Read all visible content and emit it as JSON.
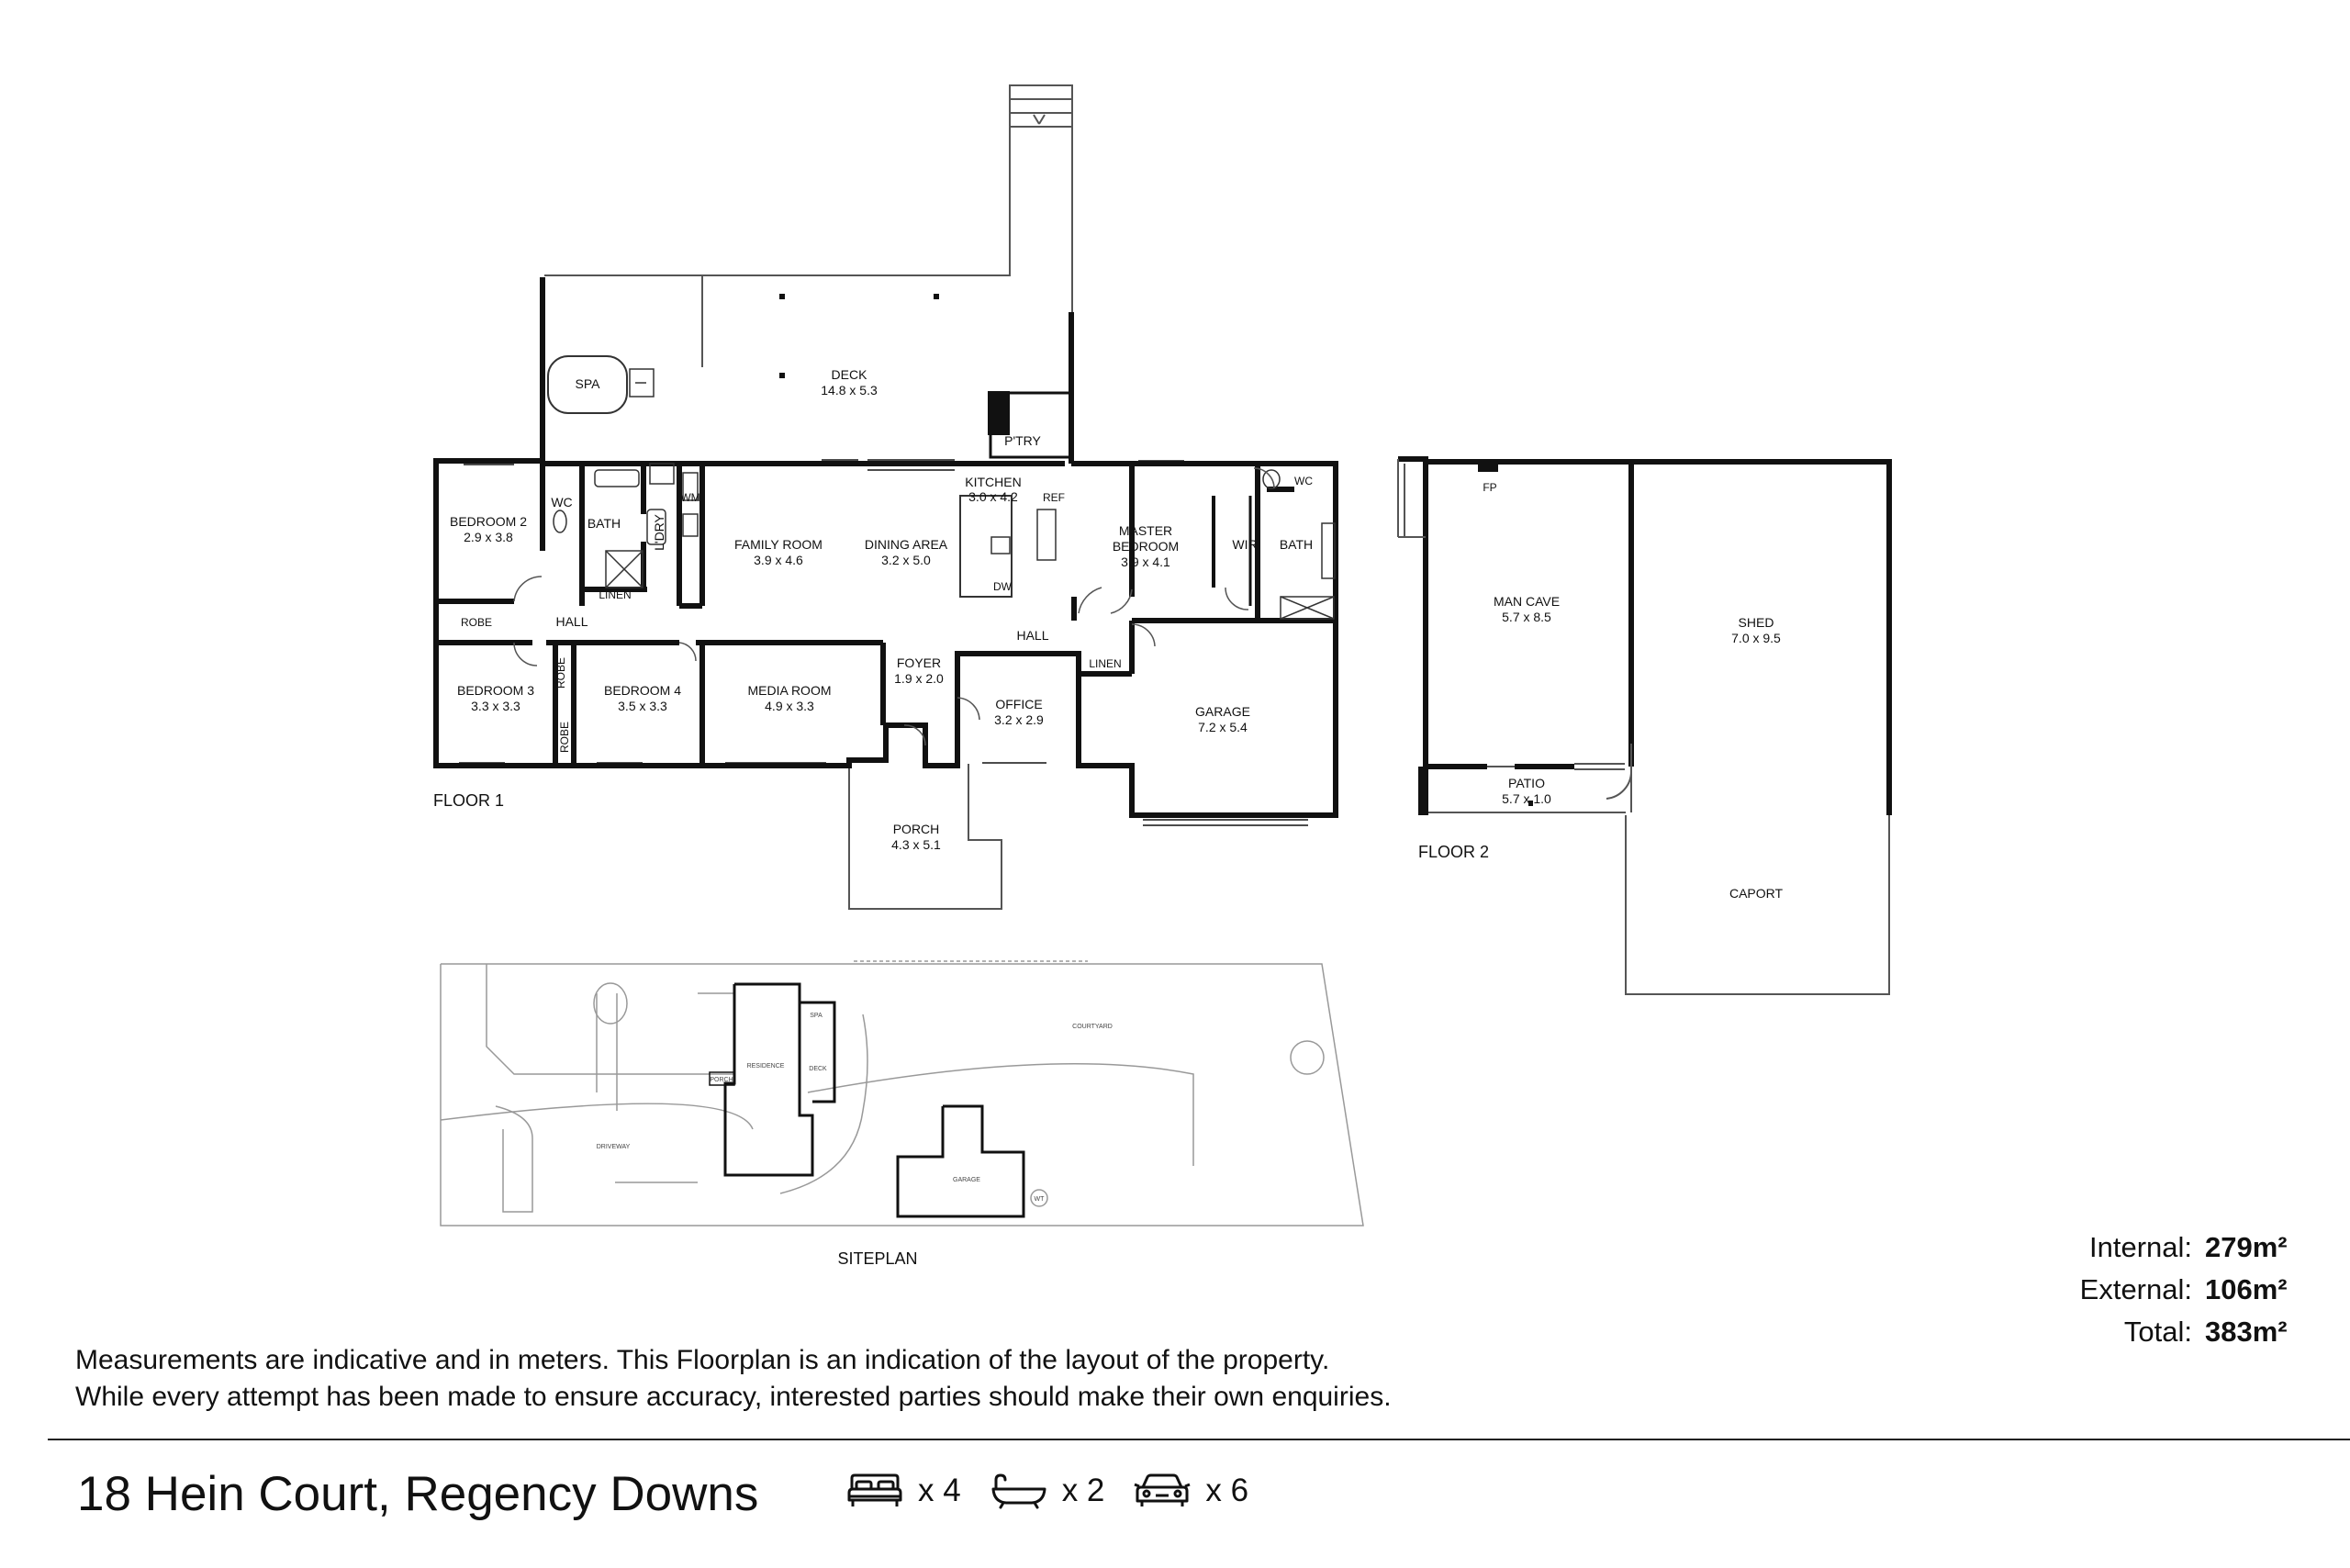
{
  "floors": {
    "floor1": "FLOOR 1",
    "floor2": "FLOOR 2",
    "siteplan": "SITEPLAN"
  },
  "rooms": {
    "deck": {
      "name": "DECK",
      "size": "14.8 x 5.3"
    },
    "spa": {
      "name": "SPA"
    },
    "bedroom2": {
      "name": "BEDROOM 2",
      "size": "2.9 x 3.8"
    },
    "wc1": {
      "name": "WC"
    },
    "bath1": {
      "name": "BATH"
    },
    "ldry": {
      "name": "L'DRY"
    },
    "wm": {
      "name": "WM"
    },
    "family": {
      "name": "FAMILY ROOM",
      "size": "3.9 x 4.6"
    },
    "dining": {
      "name": "DINING AREA",
      "size": "3.2 x 5.0"
    },
    "kitchen": {
      "name": "KITCHEN",
      "size": "3.0 x 4.2"
    },
    "ptry": {
      "name": "P'TRY"
    },
    "ref": {
      "name": "REF"
    },
    "dw": {
      "name": "DW"
    },
    "master": {
      "name1": "MASTER",
      "name2": "BEDROOM",
      "size": "3.9 x 4.1"
    },
    "wir": {
      "name": "WIR"
    },
    "bath2": {
      "name": "BATH"
    },
    "wc2": {
      "name": "WC"
    },
    "robe1": {
      "name": "ROBE"
    },
    "linen1": {
      "name": "LINEN"
    },
    "hall1": {
      "name": "HALL"
    },
    "hall2": {
      "name": "HALL"
    },
    "linen2": {
      "name": "LINEN"
    },
    "bedroom3": {
      "name": "BEDROOM 3",
      "size": "3.3 x 3.3"
    },
    "robe2": {
      "name": "ROBE"
    },
    "robe3": {
      "name": "ROBE"
    },
    "bedroom4": {
      "name": "BEDROOM 4",
      "size": "3.5 x 3.3"
    },
    "media": {
      "name": "MEDIA ROOM",
      "size": "4.9 x 3.3"
    },
    "foyer": {
      "name": "FOYER",
      "size": "1.9 x 2.0"
    },
    "office": {
      "name": "OFFICE",
      "size": "3.2 x 2.9"
    },
    "garage": {
      "name": "GARAGE",
      "size": "7.2 x 5.4"
    },
    "porch": {
      "name": "PORCH",
      "size": "4.3 x 5.1"
    },
    "mancave": {
      "name": "MAN CAVE",
      "size": "5.7 x 8.5"
    },
    "fp": {
      "name": "FP"
    },
    "shed": {
      "name": "SHED",
      "size": "7.0 x 9.5"
    },
    "patio": {
      "name": "PATIO",
      "size": "5.7 x 1.0"
    },
    "caport": {
      "name": "CAPORT"
    }
  },
  "site": {
    "residence": "RESIDENCE",
    "spa": "SPA",
    "deck": "DECK",
    "porch": "PORCH",
    "courtyard": "COURTYARD",
    "driveway": "DRIVEWAY",
    "garage": "GARAGE",
    "wt": "WT"
  },
  "disclaimer": {
    "line1": "Measurements are indicative and in meters. This Floorplan is an indication of the layout of the property.",
    "line2": "While every attempt has been made to ensure accuracy, interested parties should make their own enquiries."
  },
  "areas": [
    {
      "label": "Internal:",
      "value": "279m²"
    },
    {
      "label": "External:",
      "value": "106m²"
    },
    {
      "label": "Total:",
      "value": "383m²"
    }
  ],
  "property": {
    "address": "18 Hein Court, Regency Downs",
    "bedrooms": "x 4",
    "bathrooms": "x 2",
    "cars": "x 6"
  },
  "icons": {
    "bed": "bed-icon",
    "bath": "bathtub-icon",
    "car": "car-icon"
  }
}
